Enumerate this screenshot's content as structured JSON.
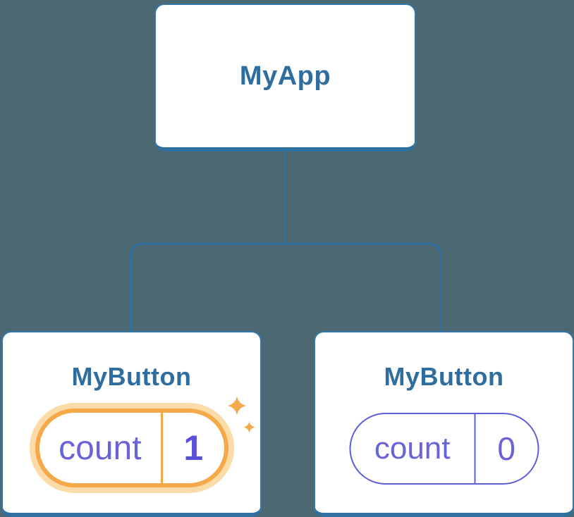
{
  "diagram": {
    "root": {
      "label": "MyApp"
    },
    "children": [
      {
        "label": "MyButton",
        "state": {
          "key": "count",
          "value": "1"
        },
        "highlighted": true
      },
      {
        "label": "MyButton",
        "state": {
          "key": "count",
          "value": "0"
        },
        "highlighted": false
      }
    ],
    "decorations": {
      "sparkles": [
        "sparkle-large",
        "sparkle-small"
      ]
    }
  },
  "colors": {
    "background": "#4c6873",
    "card_border": "#3377a8",
    "card_border_bottom": "#30719f",
    "connector": "#30719f",
    "heading_text": "#2f6d9f",
    "highlight_orange": "#f5a94b",
    "highlight_halo": "#fbdca8",
    "state_text": "#6a63d8",
    "state_value_text": "#5851d6",
    "pill_border": "#5f5fd8"
  }
}
